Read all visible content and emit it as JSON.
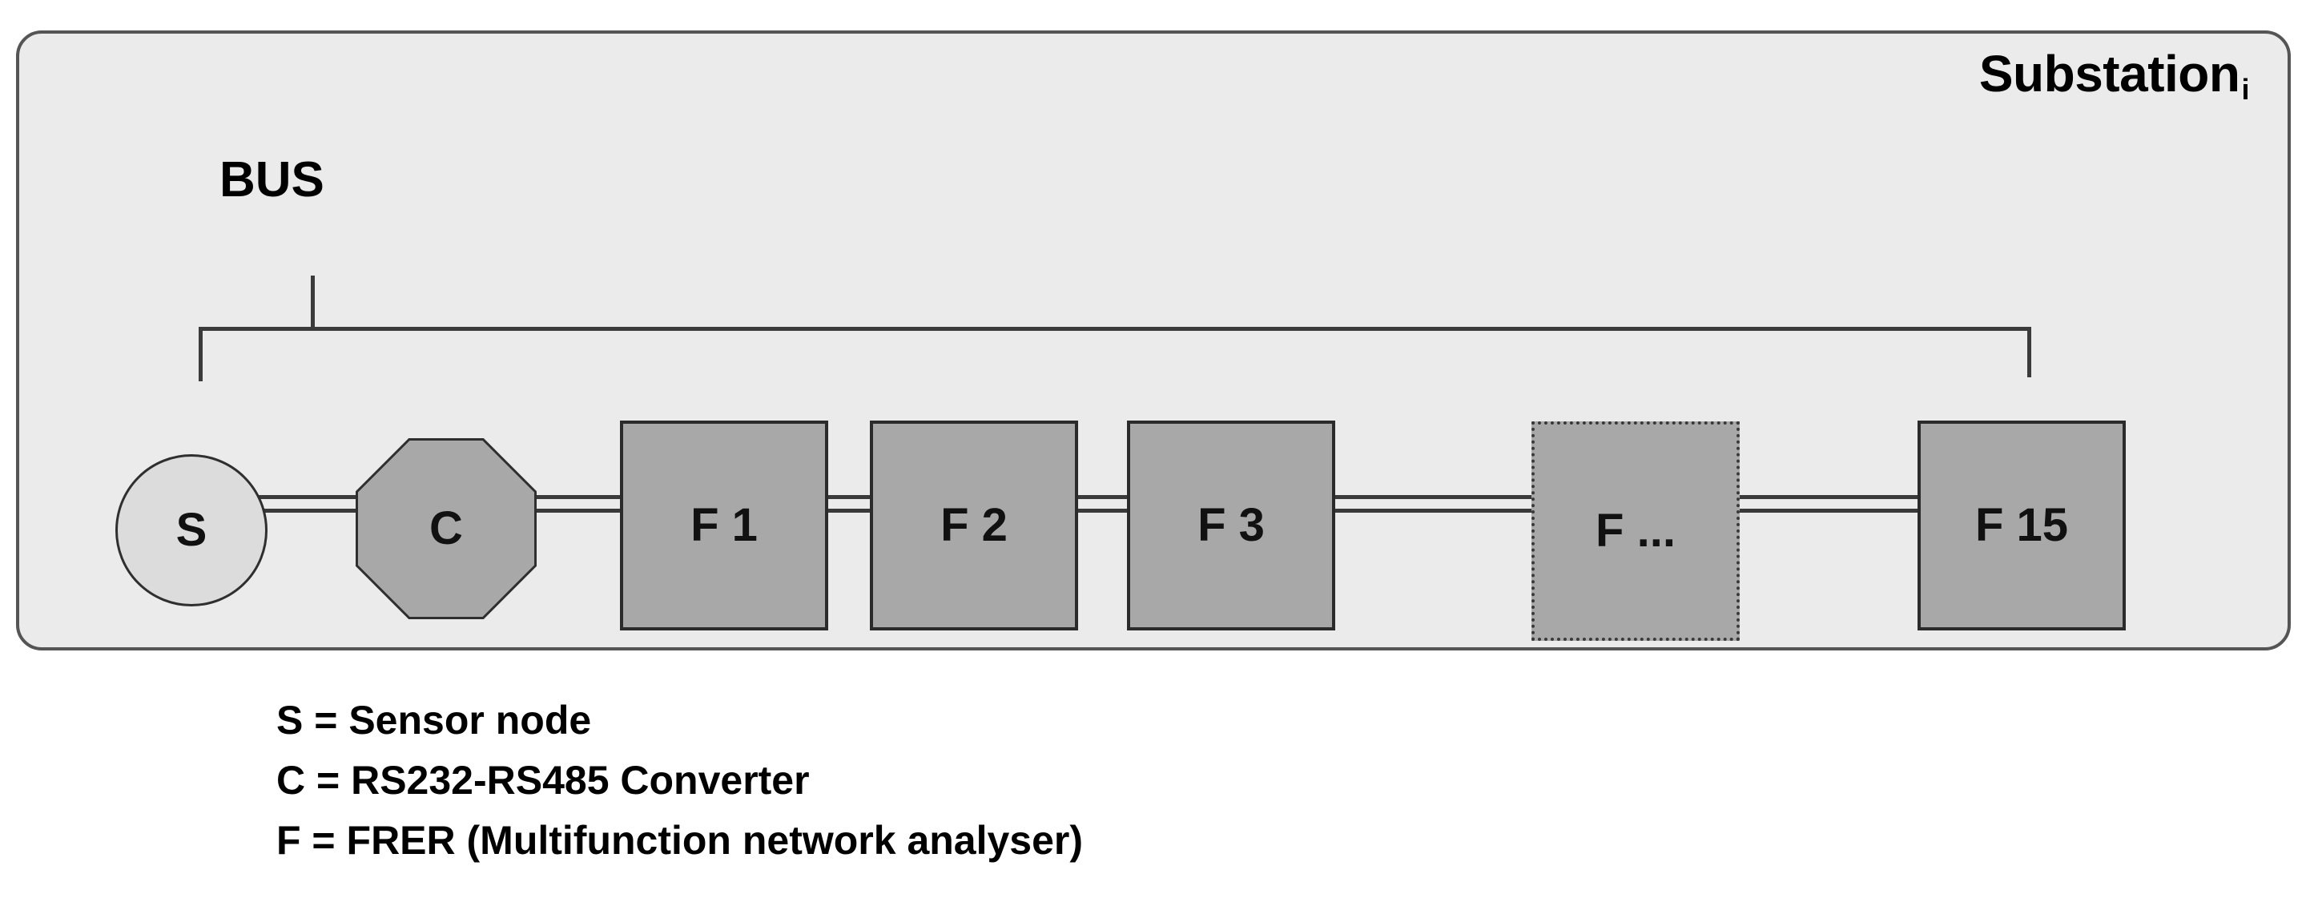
{
  "substation": {
    "title": "Substation",
    "title_subscript": "i",
    "bus_label": "BUS"
  },
  "nodes": [
    {
      "id": "sensor",
      "label": "S",
      "shape": "circle",
      "border": "solid",
      "fill": "#dcdcdc"
    },
    {
      "id": "converter",
      "label": "C",
      "shape": "octagon",
      "border": "solid",
      "fill": "#a8a8a8"
    },
    {
      "id": "frer-1",
      "label": "F 1",
      "shape": "rect",
      "border": "solid",
      "fill": "#a8a8a8"
    },
    {
      "id": "frer-2",
      "label": "F 2",
      "shape": "rect",
      "border": "solid",
      "fill": "#a8a8a8"
    },
    {
      "id": "frer-3",
      "label": "F 3",
      "shape": "rect",
      "border": "solid",
      "fill": "#a8a8a8"
    },
    {
      "id": "frer-ellipsis",
      "label": "F ...",
      "shape": "rect",
      "border": "dotted",
      "fill": "#a8a8a8"
    },
    {
      "id": "frer-15",
      "label": "F 15",
      "shape": "rect",
      "border": "solid",
      "fill": "#a8a8a8"
    }
  ],
  "legend": [
    "S = Sensor node",
    "C = RS232-RS485 Converter",
    "F = FRER (Multifunction network analyser)"
  ],
  "colors": {
    "container_fill": "#ebebeb",
    "container_border": "#555555",
    "node_fill_dark": "#a8a8a8",
    "node_fill_light": "#dcdcdc",
    "line": "#3a3a3a",
    "text": "#000000"
  }
}
